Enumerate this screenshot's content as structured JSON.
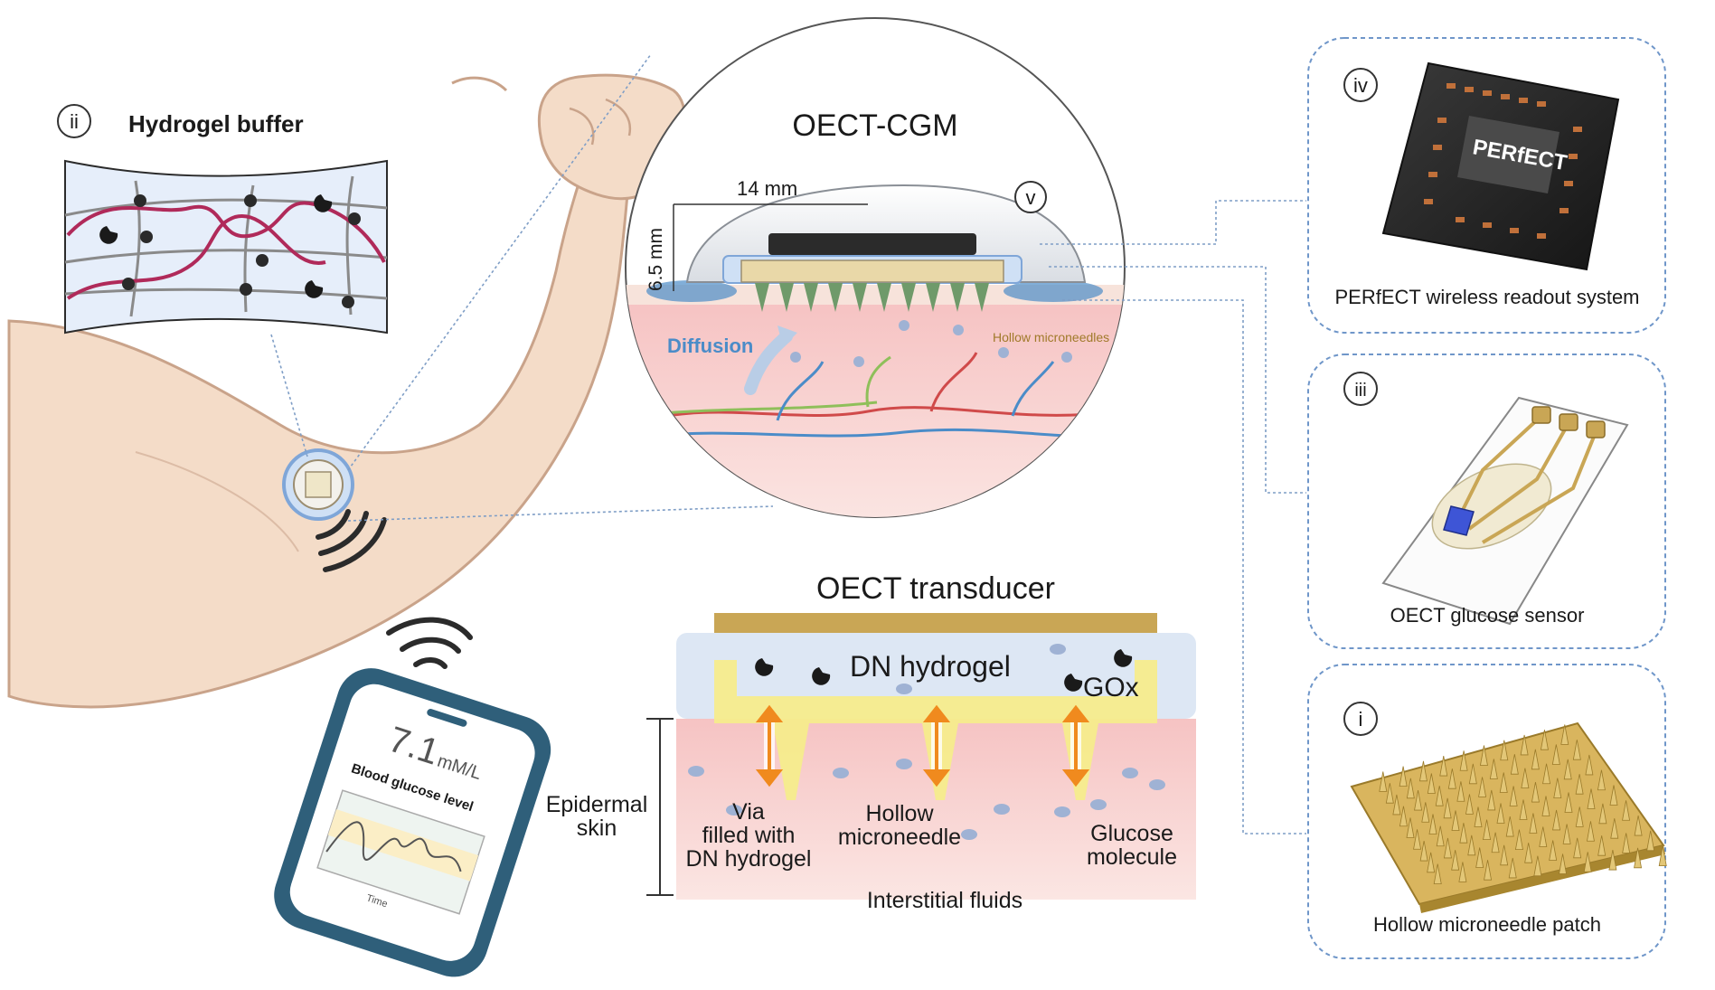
{
  "colors": {
    "skin_arm": "#f4dcc8",
    "skin_outline": "#c9a38a",
    "hydrogel_blue": "#dbe6f5",
    "needle_gold": "#c9a655",
    "tissue_pink": "#f3c7c7",
    "dashed_blue": "#6f96c9",
    "phone_frame": "#2f5f7a",
    "arrow_orange": "#f08a1e",
    "hydrogel_yellow": "#f6ec8c",
    "polymer_red": "#b02a5a",
    "diffusion_blue": "#4b8cc8"
  },
  "panel_ii": {
    "roman": "ii",
    "title": "Hydrogel buffer"
  },
  "oect_cgm": {
    "title": "OECT-CGM",
    "roman": "v",
    "width_label": "14 mm",
    "height_label": "6.5 mm",
    "diffusion_label": "Diffusion",
    "needles_label": "Hollow microneedles"
  },
  "panel_iv": {
    "roman": "iv",
    "chip_label": "PERfECT",
    "caption": "PERfECT wireless readout system"
  },
  "panel_iii": {
    "roman": "iii",
    "caption": "OECT glucose sensor"
  },
  "panel_i": {
    "roman": "i",
    "caption": "Hollow microneedle patch"
  },
  "phone": {
    "reading_value": "7.1",
    "reading_unit": "mM/L",
    "subtitle": "Blood glucose level",
    "axis_label": "Time"
  },
  "transducer": {
    "title": "OECT transducer",
    "hydrogel_label": "DN hydrogel",
    "enzyme_label": "GOx",
    "epidermal_label_1": "Epidermal",
    "epidermal_label_2": "skin",
    "via_label_1": "Via",
    "via_label_2": "filled with",
    "via_label_3": "DN hydrogel",
    "needle_label_1": "Hollow",
    "needle_label_2": "microneedle",
    "glucose_label_1": "Glucose",
    "glucose_label_2": "molecule",
    "fluid_label": "Interstitial fluids"
  }
}
